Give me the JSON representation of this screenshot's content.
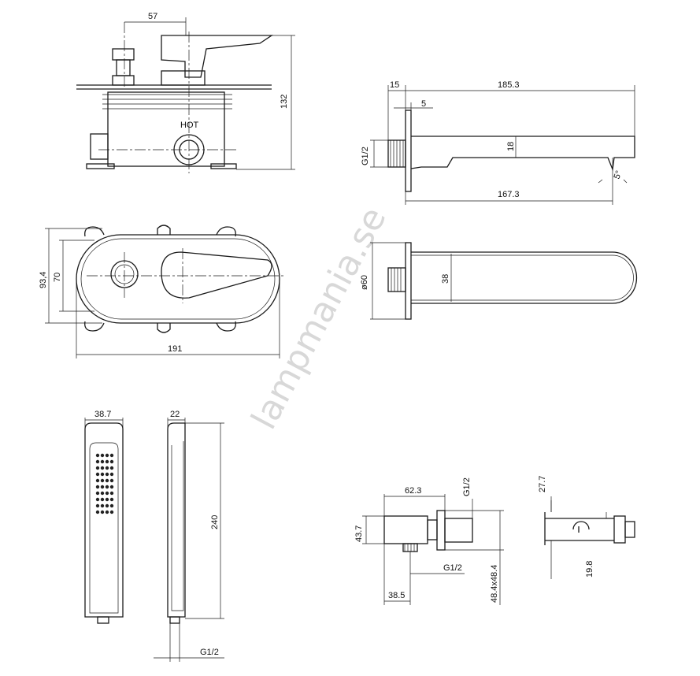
{
  "watermark": "lampmania.se",
  "mixer_side": {
    "width_to_handle": "57",
    "height": "132",
    "hot_label": "HOT"
  },
  "spout_side": {
    "wall_offset": "15",
    "total_length": "185.3",
    "plate_thickness": "5",
    "thread": "G1/2",
    "height": "18",
    "angle": "5°",
    "projection": "167.3"
  },
  "mixer_front": {
    "outer_height": "93,4",
    "plate_height": "70",
    "width": "191"
  },
  "spout_top": {
    "plate_diameter": "ø60",
    "width": "38"
  },
  "hand_shower": {
    "width": "38.7",
    "depth": "22",
    "length": "240",
    "thread": "G1/2"
  },
  "wall_outlet": {
    "length": "62.3",
    "thread_top": "G1/2",
    "height": "43.7",
    "thread_bottom": "G1/2",
    "offset": "38.5",
    "plate_size": "48.4x48.4"
  },
  "holder": {
    "top": "27.7",
    "bottom": "19.8"
  }
}
